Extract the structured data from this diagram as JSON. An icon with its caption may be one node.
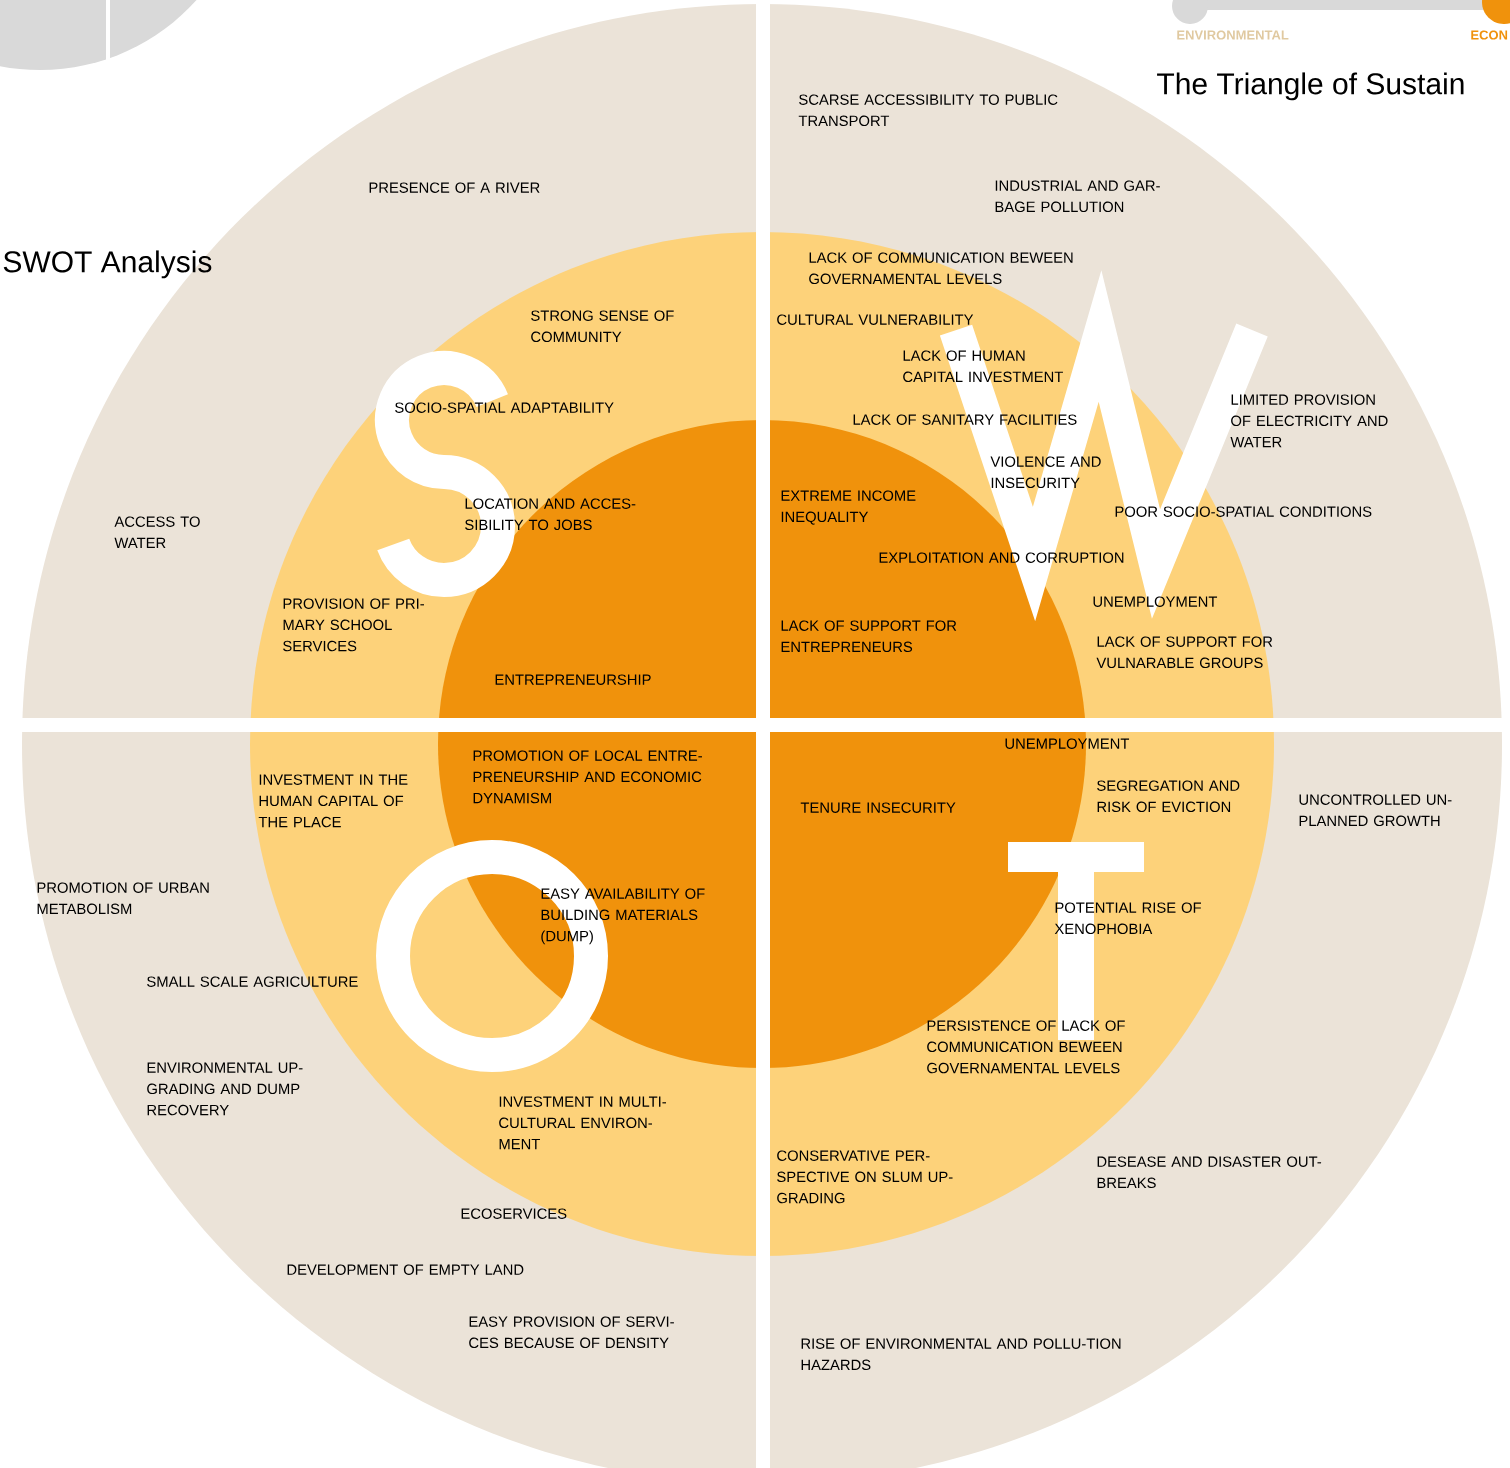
{
  "diagram": {
    "title": "SWOT Analysis",
    "labels": [
      "ENVIRONMENTAL",
      "ECON",
      "The Triangle of Sustain",
      "PRESENCE OF A RIVER",
      "STRONG SENSE OF COMMUNITY",
      "SOCIO-SPATIAL ADAPTABILITY",
      "ACCESS TO WATER",
      "LOCATION AND ACCES-SIBILITY TO JOBS",
      "PROVISION OF PRI-MARY SCHOOL SERVICES",
      "ENTREPRENEURSHIP",
      "SCARSE ACCESSIBILITY TO PUBLIC TRANSPORT",
      "INDUSTRIAL AND GAR-BAGE POLLUTION",
      "LACK OF COMMUNICATION BEWEEN GOVERNAMENTAL LEVELS",
      "CULTURAL VULNERABILITY",
      "LACK OF HUMAN CAPITAL INVESTMENT",
      "LIMITED PROVISION OF ELECTRICITY AND WATER",
      "LACK OF SANITARY FACILITIES",
      "VIOLENCE AND INSECURITY",
      "EXTREME INCOME INEQUALITY",
      "POOR SOCIO-SPATIAL CONDITIONS",
      "EXPLOITATION AND CORRUPTION",
      "UNEMPLOYMENT",
      "LACK OF SUPPORT FOR ENTREPRENEURS",
      "LACK OF SUPPORT FOR VULNARABLE GROUPS",
      "INVESTMENT IN THE HUMAN CAPITAL OF THE PLACE",
      "PROMOTION OF LOCAL ENTRE-PRENEURSHIP AND ECONOMIC DYNAMISM",
      "PROMOTION OF URBAN METABOLISM",
      "EASY AVAILABILITY OF BUILDING MATERIALS (DUMP)",
      "SMALL SCALE AGRICULTURE",
      "ENVIRONMENTAL UP-GRADING AND DUMP RECOVERY",
      "INVESTMENT IN MULTI-CULTURAL ENVIRON-MENT",
      "ECOSERVICES",
      "DEVELOPMENT OF EMPTY LAND",
      "EASY PROVISION OF SERVI-CES BECAUSE OF DENSITY",
      "UNEMPLOYMENT",
      "SEGREGATION AND RISK OF EVICTION",
      "UNCONTROLLED UN-PLANNED GROWTH",
      "TENURE INSECURITY",
      "POTENTIAL RISE OF XENOPHOBIA",
      "PERSISTENCE OF LACK OF COMMUNICATION BEWEEN GOVERNAMENTAL LEVELS",
      "CONSERVATIVE PER-SPECTIVE ON SLUM UP-GRADING",
      "DESEASE AND DISASTER OUT-BREAKS",
      "RISE OF ENVIRONMENTAL AND POLLU-TION HAZARDS"
    ]
  }
}
